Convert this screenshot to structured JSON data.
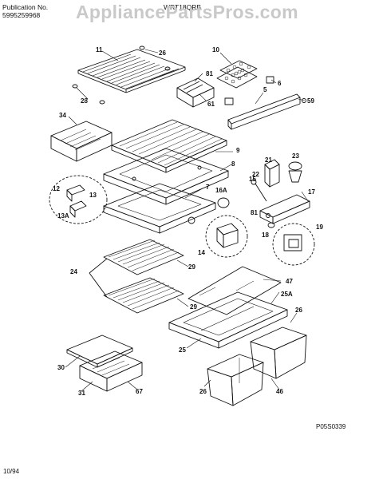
{
  "header": {
    "publication_label": "Publication No.",
    "publication_number": "5995259968",
    "model": "WRT18QRB",
    "watermark": "AppliancePartsPros.com"
  },
  "callouts": [
    "11",
    "26",
    "28",
    "10",
    "81",
    "61",
    "6",
    "5",
    "59",
    "34",
    "9",
    "8",
    "21",
    "23",
    "22",
    "7",
    "16A",
    "15",
    "12",
    "13",
    "13A",
    "17",
    "81",
    "18",
    "19",
    "14",
    "24",
    "29",
    "29",
    "47",
    "25A",
    "26",
    "25",
    "30",
    "31",
    "67",
    "26",
    "46"
  ],
  "footer": {
    "diagram_code": "P05S0339",
    "date": "10/94"
  }
}
